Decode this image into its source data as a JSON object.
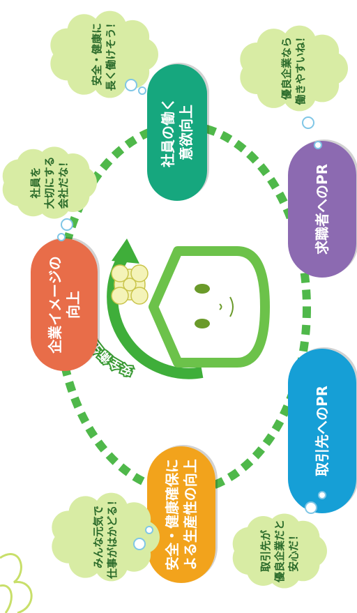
{
  "center": {
    "badge_text": "安全衛生優良企業",
    "brand_color": "#6cc24a",
    "ring_color": "#4fb84a"
  },
  "benefits": [
    {
      "id": "corporate-image",
      "lines": [
        "企業イメージの",
        "向上"
      ],
      "color": "#e86d4a"
    },
    {
      "id": "employee-motivation",
      "lines": [
        "社員の働く",
        "意欲向上"
      ],
      "color": "#16a77e"
    },
    {
      "id": "pr-to-job-seekers",
      "lines": [
        "求職者へのPR"
      ],
      "color": "#8c6bb1"
    },
    {
      "id": "pr-to-business-partners",
      "lines": [
        "取引先へのPR"
      ],
      "color": "#149fd6"
    },
    {
      "id": "productivity",
      "lines": [
        "安全・健康確保に",
        "よる生産性の向上"
      ],
      "color": "#f2a31c"
    }
  ],
  "speech_bubbles": [
    {
      "id": "employee-valued",
      "lines": [
        "社員を",
        "大切にする",
        "会社だな！"
      ]
    },
    {
      "id": "work-long",
      "lines": [
        "安全・健康に",
        "長く働けそう！"
      ]
    },
    {
      "id": "easy-to-work",
      "lines": [
        "優良企業なら",
        "働きやすいね！"
      ]
    },
    {
      "id": "partner-relief",
      "lines": [
        "取引先が",
        "優良企業だと",
        "安心だ！"
      ]
    },
    {
      "id": "work-progress",
      "lines": [
        "みんな元気で",
        "仕事がはかどる！"
      ]
    }
  ]
}
